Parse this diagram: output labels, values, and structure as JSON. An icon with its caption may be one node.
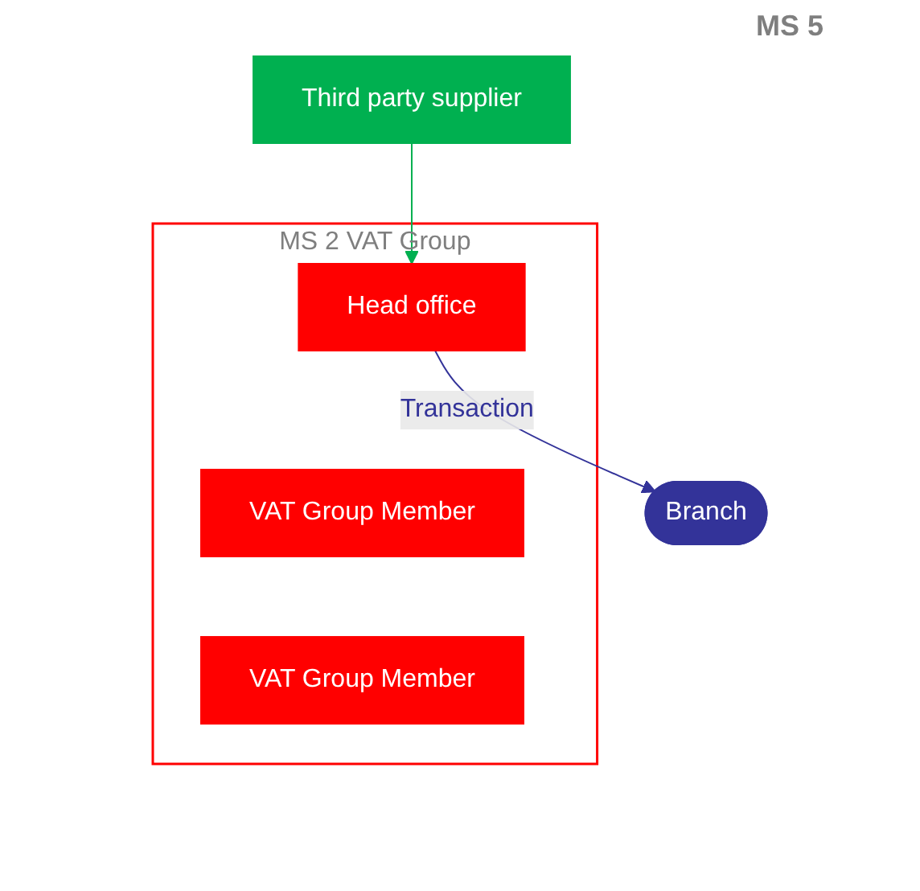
{
  "diagram": {
    "nodes": [
      {
        "text": [
          "Third party supplier"
        ]
      },
      {
        "text": [
          "MS 2 VAT Group"
        ]
      },
      {
        "text": [
          "Head office"
        ],
        "in": 1
      },
      {
        "text": [
          "Branch"
        ]
      },
      {
        "text": [
          "VAT Group Member"
        ],
        "in": 1
      },
      {
        "text": [
          "VAT Group Member"
        ],
        "in": 1
      }
    ],
    "edges": [
      {
        "from": 0,
        "to": 2,
        "arrow": "to",
        "color": "#00b050"
      },
      {
        "from": 2,
        "to": 3,
        "arrow": "to",
        "label": "Transaction",
        "color": "#333399"
      }
    ],
    "labels": [
      "MS 5"
    ]
  }
}
